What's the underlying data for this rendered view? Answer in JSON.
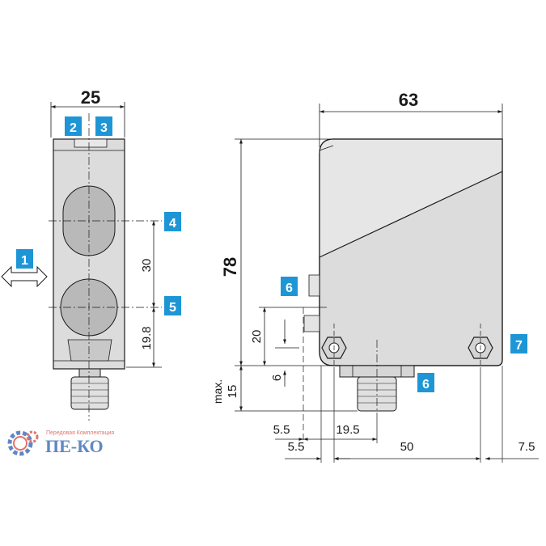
{
  "front_view": {
    "width_label": "25",
    "dim_30": "30",
    "dim_19_8": "19.8"
  },
  "side_view": {
    "width_label": "63",
    "height_label": "78",
    "dim_20": "20",
    "dim_6": "6",
    "dim_max": "max.",
    "dim_15": "15",
    "dim_5_5_a": "5.5",
    "dim_19_5": "19.5",
    "dim_5_5_b": "5.5",
    "dim_50": "50",
    "dim_7_5": "7.5"
  },
  "callouts": {
    "c1": "1",
    "c2": "2",
    "c3": "3",
    "c4": "4",
    "c5": "5",
    "c6a": "6",
    "c6b": "6",
    "c7": "7"
  },
  "logo": {
    "tagline": "Передовая Комплектация",
    "brand": "ПЕ-КО"
  },
  "colors": {
    "callout": "#1e96d6",
    "housing": "#dcdcdc",
    "lens": "#b9b9b9",
    "line": "#1a1a1a",
    "logo_blue": "#2b5fb0",
    "logo_red": "#d9433a"
  }
}
